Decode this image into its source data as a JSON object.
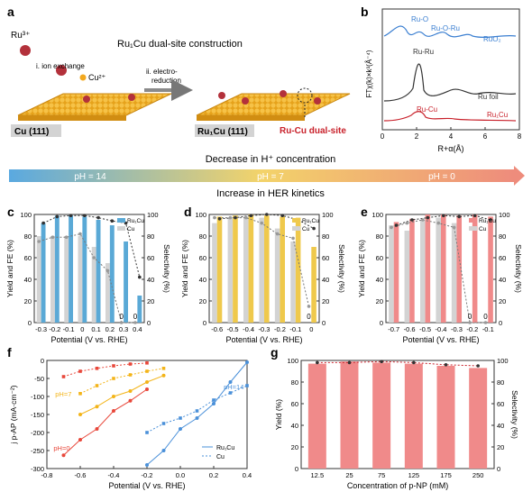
{
  "figure": {
    "panels": {
      "a": {
        "letter": "a",
        "title": "Ru₁Cu dual-site construction",
        "ru_ion": "Ru³⁺",
        "step1": "i. ion exchange",
        "cu_ion": "Cu²⁺",
        "step2": "ii. electro-reduction",
        "step2_line1": "ii. electro-",
        "step2_line2": "reduction",
        "left_label": "Cu (111)",
        "right_label": "Ru₁Cu (111)",
        "dual_site_label": "Ru-Cu dual-site"
      },
      "b": {
        "letter": "b"
      },
      "c": {
        "letter": "c"
      },
      "d": {
        "letter": "d"
      },
      "e": {
        "letter": "e"
      },
      "f": {
        "letter": "f"
      },
      "g": {
        "letter": "g"
      }
    },
    "ph_bar": {
      "top_text": "Decrease in H⁺ concentration",
      "bottom_text": "Increase in HER kinetics",
      "labels": [
        "pH = 14",
        "pH = 7",
        "pH = 0"
      ]
    }
  },
  "chart_data": [
    {
      "panel": "b",
      "type": "line",
      "xlabel": "R+α(Å)",
      "ylabel": "FTχ(k)×k³(Å⁻⁴)",
      "xlim": [
        0,
        8
      ],
      "x_ticks": [
        0,
        2,
        4,
        6,
        8
      ],
      "colors": [
        "#3b7fd1",
        "#333333",
        "#c8202a"
      ],
      "series": [
        {
          "name": "RuO₂",
          "color": "#3b7fd1"
        },
        {
          "name": "Ru foil",
          "color": "#333333"
        },
        {
          "name": "Ru₁Cu",
          "color": "#c8202a"
        }
      ],
      "annotations": [
        "Ru-O",
        "Ru-O-Ru",
        "Ru-Ru",
        "Ru-Cu"
      ]
    },
    {
      "panel": "c",
      "type": "bar",
      "xlabel": "Potential (V vs. RHE)",
      "ylabel": "Yield and FE (%)",
      "y2label": "Selectivity (%)",
      "ylim": [
        0,
        100
      ],
      "y_ticks": [
        0,
        20,
        40,
        60,
        80,
        100
      ],
      "categories": [
        "-0.3",
        "-0.2",
        "-0.1",
        "0",
        "0.1",
        "0.2",
        "0.3",
        "0.4"
      ],
      "legend": [
        "Ru₁Cu",
        "Cu"
      ],
      "colors": {
        "ru1cu": "#5aa9d6",
        "cu": "#d3d3d3"
      },
      "series": [
        {
          "name": "Ru₁Cu",
          "values": [
            92,
            99,
            99,
            98,
            95,
            90,
            75,
            25
          ]
        },
        {
          "name": "Cu",
          "values": [
            80,
            80,
            80,
            80,
            70,
            55,
            0,
            0
          ]
        }
      ],
      "fe_ru1cu": [
        92,
        98,
        99,
        99,
        97,
        94,
        92,
        42
      ],
      "fe_cu": [
        75,
        79,
        79,
        82,
        60,
        48,
        0,
        0
      ],
      "zero_labels": [
        "0",
        "0"
      ]
    },
    {
      "panel": "d",
      "type": "bar",
      "xlabel": "Potential (V vs. RHE)",
      "ylabel": "Yield and FE (%)",
      "y2label": "Selectivity (%)",
      "ylim": [
        0,
        100
      ],
      "y_ticks": [
        0,
        20,
        40,
        60,
        80,
        100
      ],
      "categories": [
        "-0.6",
        "-0.5",
        "-0.4",
        "-0.3",
        "-0.2",
        "-0.1",
        "0"
      ],
      "legend": [
        "Ru₁Cu",
        "Cu"
      ],
      "colors": {
        "ru1cu": "#efc94c",
        "cu": "#d3d3d3"
      },
      "series": [
        {
          "name": "Ru₁Cu",
          "values": [
            98,
            99,
            100,
            99,
            98,
            97,
            70
          ]
        },
        {
          "name": "Cu",
          "values": [
            92,
            96,
            98,
            97,
            87,
            75,
            0
          ]
        }
      ],
      "fe_ru1cu": [
        96,
        97,
        99,
        100,
        99,
        95,
        87
      ],
      "fe_cu": [
        97,
        97,
        97,
        92,
        82,
        78,
        15
      ],
      "zero_labels": [
        "0"
      ]
    },
    {
      "panel": "e",
      "type": "bar",
      "xlabel": "Potential (V vs. RHE)",
      "ylabel": "Yield and FE (%)",
      "y2label": "Selectivity (%)",
      "ylim": [
        0,
        100
      ],
      "y_ticks": [
        0,
        20,
        40,
        60,
        80,
        100
      ],
      "categories": [
        "-0.7",
        "-0.6",
        "-0.5",
        "-0.4",
        "-0.3",
        "-0.2",
        "-0.1"
      ],
      "legend": [
        "Ru₁Cu",
        "Cu"
      ],
      "colors": {
        "ru1cu": "#f08a8a",
        "cu": "#d3d3d3"
      },
      "series": [
        {
          "name": "Ru₁Cu",
          "values": [
            93,
            96,
            100,
            100,
            99,
            100,
            98
          ]
        },
        {
          "name": "Cu",
          "values": [
            90,
            85,
            95,
            97,
            92,
            0,
            0
          ]
        }
      ],
      "fe_ru1cu": [
        90,
        95,
        97,
        99,
        98,
        99,
        95
      ],
      "fe_cu": [
        88,
        92,
        95,
        92,
        88,
        0,
        0
      ],
      "zero_labels": [
        "0",
        "0"
      ]
    },
    {
      "panel": "f",
      "type": "line",
      "xlabel": "Potential (V vs. RHE)",
      "ylabel": "j p-AP (mA·cm⁻²)",
      "xlim": [
        -0.8,
        0.4
      ],
      "ylim": [
        -300,
        0
      ],
      "x_ticks": [
        -0.8,
        -0.6,
        -0.4,
        -0.2,
        0.0,
        0.2,
        0.4
      ],
      "y_ticks": [
        -300,
        -250,
        -200,
        -150,
        -100,
        -50,
        0
      ],
      "legend": [
        "Ru₁Cu",
        "Cu"
      ],
      "series": [
        {
          "name": "pH=0",
          "color": "#e8473a",
          "x": [
            -0.7,
            -0.6,
            -0.5,
            -0.4,
            -0.3,
            -0.2
          ],
          "ru1cu": [
            -263,
            -220,
            -190,
            -140,
            -112,
            -80
          ],
          "cu": [
            -45,
            -30,
            -22,
            -15,
            -10,
            -7
          ]
        },
        {
          "name": "pH=7",
          "color": "#f3b418",
          "x": [
            -0.6,
            -0.5,
            -0.4,
            -0.3,
            -0.2,
            -0.1
          ],
          "ru1cu": [
            -150,
            -128,
            -100,
            -85,
            -60,
            -42
          ],
          "cu": [
            -92,
            -70,
            -50,
            -40,
            -30,
            -22
          ]
        },
        {
          "name": "pH=14",
          "color": "#4a90d9",
          "x": [
            -0.2,
            -0.1,
            0.0,
            0.1,
            0.2,
            0.3,
            0.4
          ],
          "ru1cu": [
            -290,
            -250,
            -190,
            -160,
            -120,
            -60,
            -5
          ],
          "cu": [
            -200,
            -175,
            -160,
            -140,
            -110,
            -90,
            -70
          ]
        }
      ]
    },
    {
      "panel": "g",
      "type": "bar",
      "xlabel": "Concentration of p-NP (mM)",
      "ylabel": "Yield (%)",
      "y2label": "Selectivity (%)",
      "ylim": [
        0,
        100
      ],
      "y_ticks": [
        0,
        20,
        40,
        60,
        80,
        100
      ],
      "categories": [
        "12.5",
        "25",
        "75",
        "125",
        "175",
        "250"
      ],
      "color": "#f08a8a",
      "values": [
        97,
        99,
        98,
        97,
        95,
        93
      ],
      "selectivity": [
        98,
        98,
        99,
        98,
        96,
        95
      ]
    }
  ]
}
